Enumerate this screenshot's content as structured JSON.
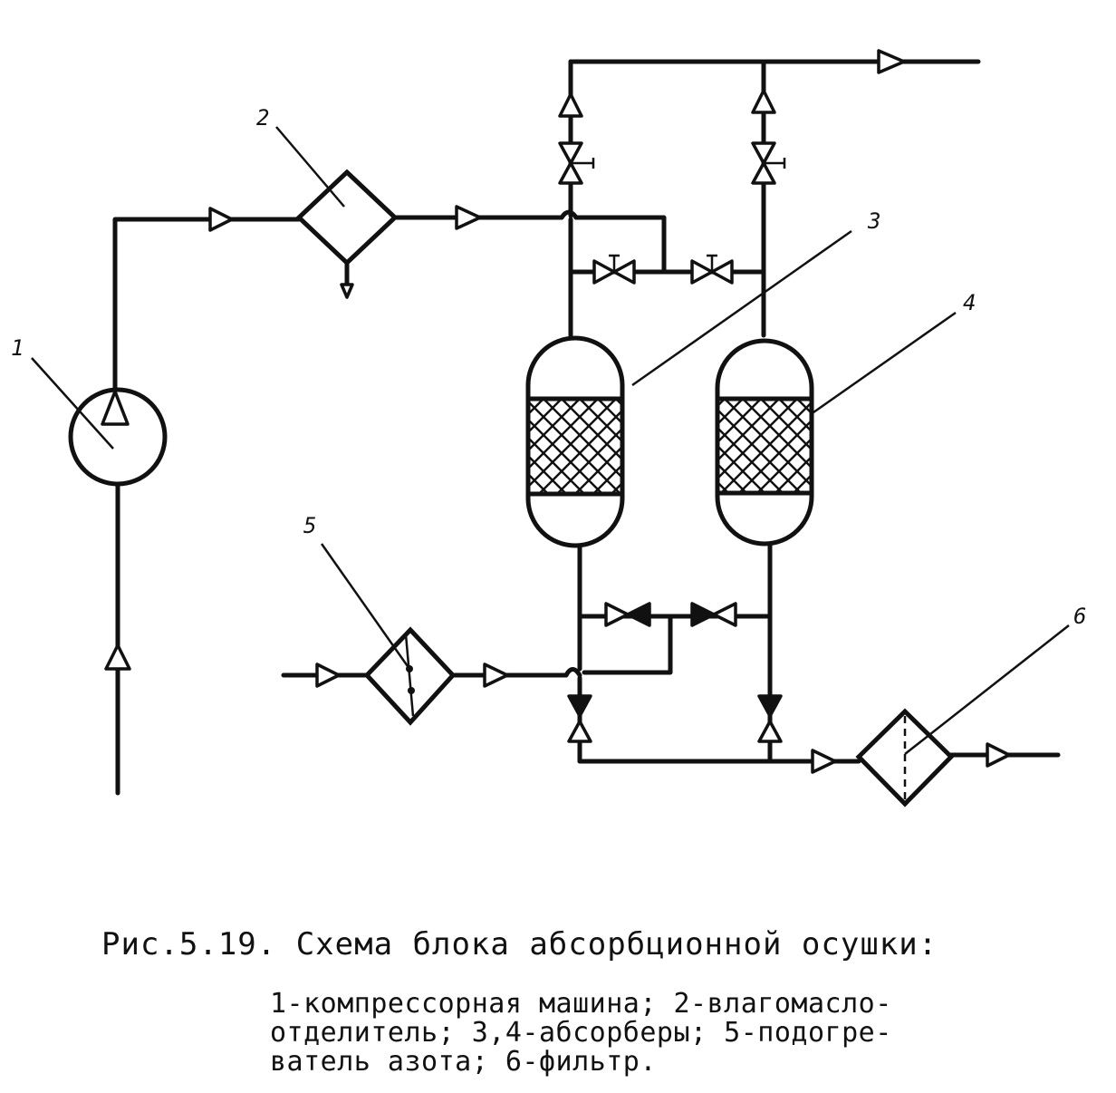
{
  "figure": {
    "caption_title": "Рис.5.19. Схема блока абсорбционной осушки:",
    "legend_lines": [
      "1-компрессорная машина; 2-влагомасло-",
      "отделитель; 3,4-абсорберы; 5-подогре-",
      "ватель азота; 6-фильтр."
    ]
  },
  "labels": {
    "compressor": "1",
    "separator": "2",
    "absorber_left": "3",
    "absorber_right": "4",
    "heater": "5",
    "filter": "6"
  },
  "style": {
    "ink": "#111111",
    "paper": "#ffffff"
  }
}
